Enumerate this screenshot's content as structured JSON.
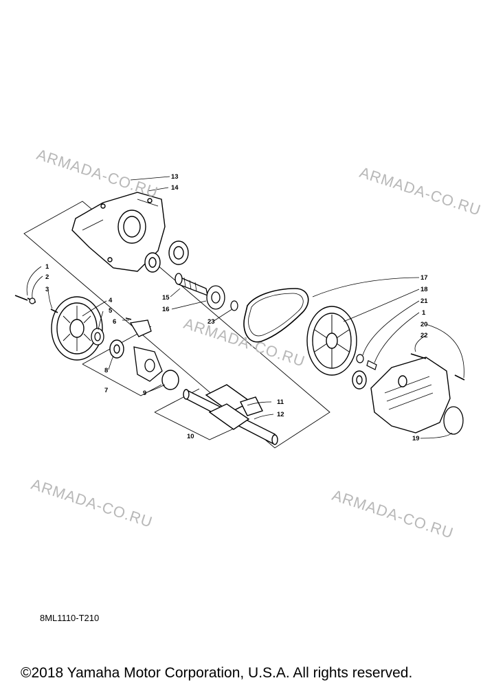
{
  "callouts": [
    "1",
    "2",
    "3",
    "4",
    "5",
    "6",
    "7",
    "8",
    "9",
    "10",
    "11",
    "12",
    "13",
    "14",
    "15",
    "16",
    "17",
    "18",
    "21",
    "1",
    "20",
    "22",
    "19",
    "23"
  ],
  "watermarks": [
    "ARMADA-CO.RU",
    "ARMADA-CO.RU",
    "ARMADA-CO.RU",
    "ARMADA-CO.RU",
    "ARMADA-CO.RU"
  ],
  "drawing_code": "8ML1110-T210",
  "copyright": "©2018 Yamaha Motor Corporation, U.S.A. All rights reserved."
}
